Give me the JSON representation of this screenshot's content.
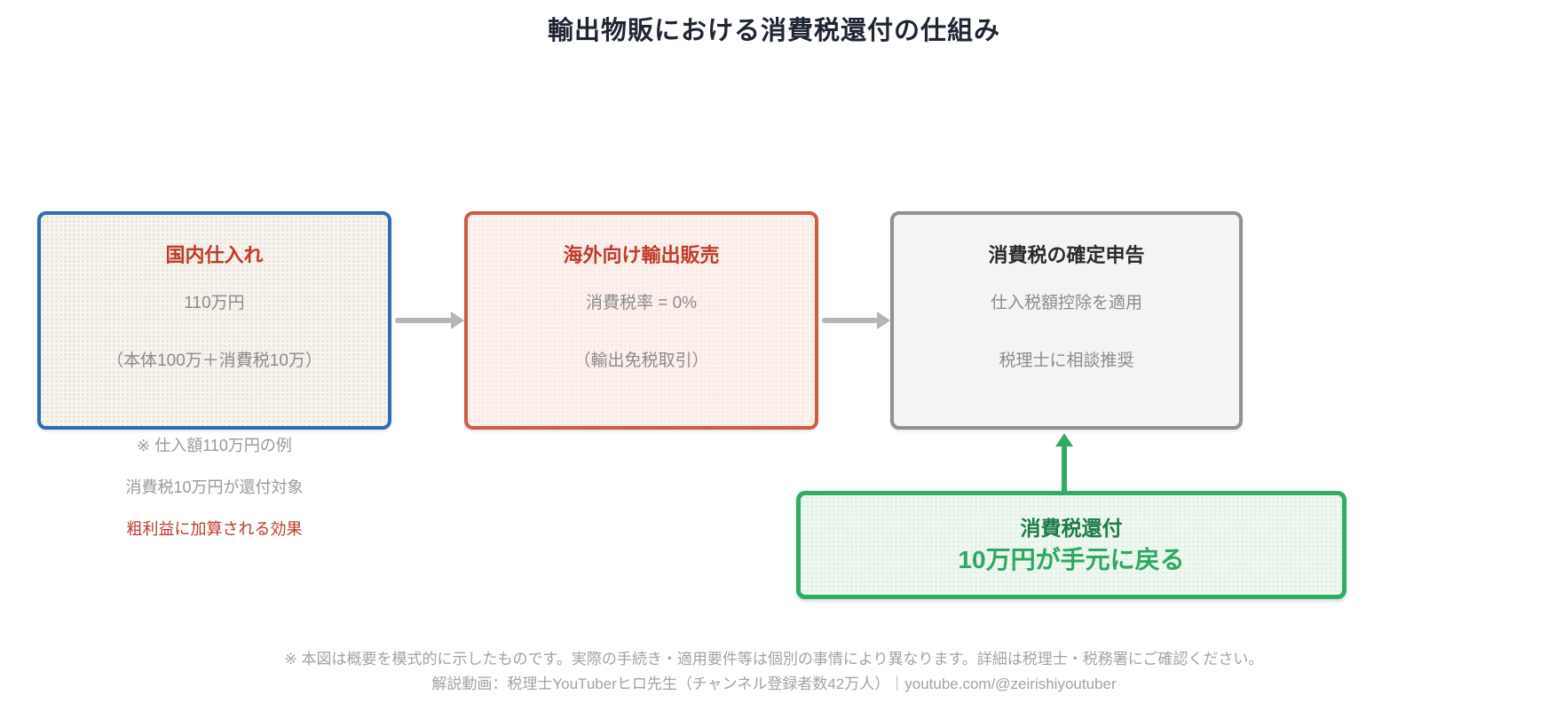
{
  "title": "輸出物販における消費税還付の仕組み",
  "boxes": [
    {
      "title": "国内仕入れ",
      "line1": "110万円",
      "line2": "（本体100万＋消費税10万）"
    },
    {
      "title": "海外向け輸出販売",
      "line1": "消費税率 = 0%",
      "line2": "（輸出免税取引）"
    },
    {
      "title": "消費税の確定申告",
      "line1": "仕入税額控除を適用",
      "line2": "税理士に相談推奨"
    }
  ],
  "purchase_notes": {
    "line1": "※ 仕入額110万円の例",
    "line2": "消費税10万円が還付対象",
    "line3": "粗利益に加算される効果"
  },
  "refund_box": {
    "title": "消費税還付",
    "subtitle": "10万円が手元に戻る"
  },
  "footer": {
    "disclaimer": "※ 本図は概要を模式的に示したものです。実際の手続き・適用要件等は個別の事情により異なります。詳細は税理士・税務署にご確認ください。",
    "credit": "解説動画：税理士YouTuberヒロ先生（チャンネル登録者数42万人）｜youtube.com/@zeirishiyoutuber"
  },
  "colors": {
    "title_text": "#1f2533",
    "accent_blue": "#2e6db4",
    "accent_vermilion": "#cc5c43",
    "accent_gray": "#8f9194",
    "accent_green": "#2fae63",
    "heading_red": "#c23b2a",
    "note_red": "#c0392b",
    "body_gray": "#8b8b8b",
    "refund_title_green": "#1e7c49",
    "refund_subtitle_green": "#2fa862",
    "arrow_gray": "#b5b5b5"
  }
}
